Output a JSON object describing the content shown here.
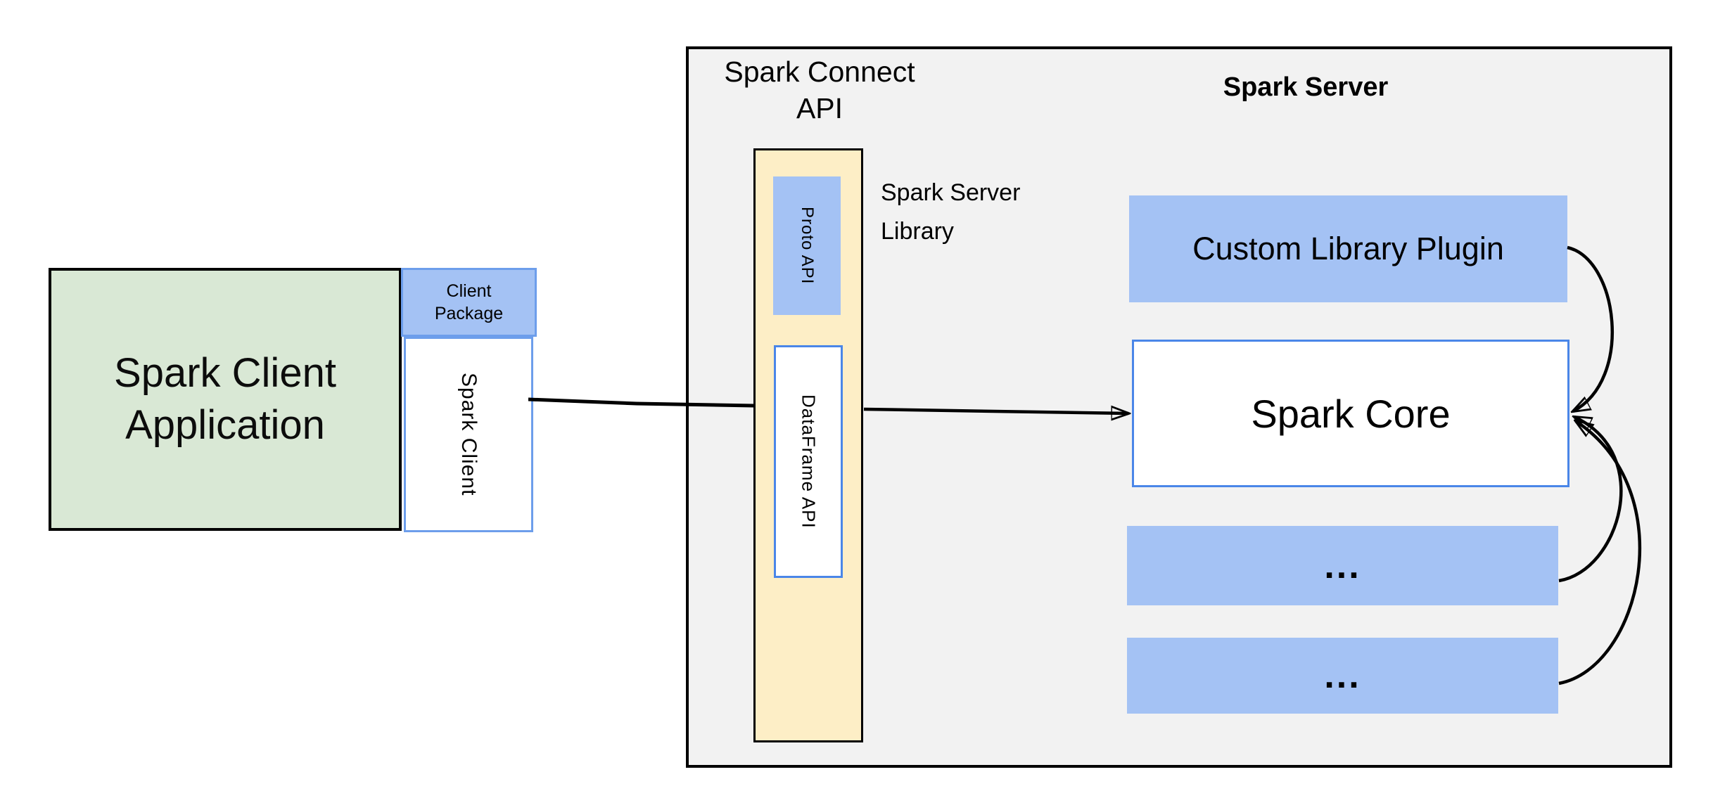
{
  "colors": {
    "green": "#d9e8d5",
    "blue": "#a4c2f4",
    "blueborder": "#6d9eeb",
    "bluestrong": "#4a86e8",
    "yellow": "#fdeec6",
    "gray": "#f2f2f2",
    "line": "#000000"
  },
  "client": {
    "app_line1": "Spark Client",
    "app_line2": "Application",
    "package_line1": "Client",
    "package_line2": "Package",
    "client_box_label": "Spark Client"
  },
  "connect_api": {
    "title_line1": "Spark Connect",
    "title_line2": "API",
    "proto_label": "Proto API",
    "dataframe_label": "DataFrame API",
    "library_line1": "Spark Server",
    "library_line2": "Library"
  },
  "server": {
    "title": "Spark Server",
    "plugin_label": "Custom Library Plugin",
    "core_label": "Spark Core",
    "more_labels": [
      "...",
      "..."
    ]
  }
}
